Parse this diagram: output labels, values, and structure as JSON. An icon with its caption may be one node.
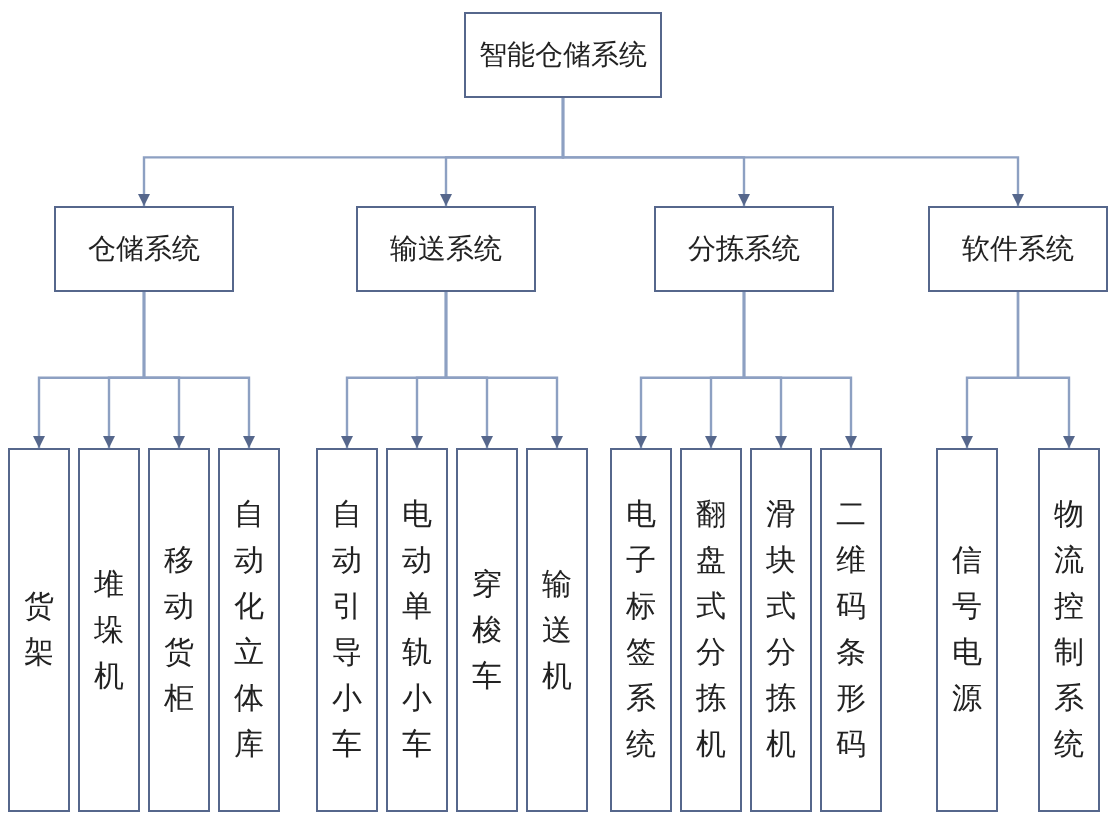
{
  "diagram": {
    "nodes": [
      {
        "text": [
          "智能仓储系统"
        ]
      },
      {
        "text": [
          "仓储系统"
        ]
      },
      {
        "text": [
          "输送系统"
        ]
      },
      {
        "text": [
          "分拣系统"
        ]
      },
      {
        "text": [
          "软件系统"
        ]
      },
      {
        "text": [
          "货架"
        ]
      },
      {
        "text": [
          "堆垛机"
        ]
      },
      {
        "text": [
          "移动货柜"
        ]
      },
      {
        "text": [
          "自动化立体库"
        ]
      },
      {
        "text": [
          "自动引导小车"
        ]
      },
      {
        "text": [
          "电动单轨小车"
        ]
      },
      {
        "text": [
          "穿梭车"
        ]
      },
      {
        "text": [
          "输送机"
        ]
      },
      {
        "text": [
          "电子标签系统"
        ]
      },
      {
        "text": [
          "翻盘式分拣机"
        ]
      },
      {
        "text": [
          "滑块式分拣机"
        ]
      },
      {
        "text": [
          "二维码条形码"
        ]
      },
      {
        "text": [
          "信号电源"
        ]
      },
      {
        "text": [
          "物流控制系统"
        ]
      }
    ],
    "edges": [
      {
        "from": 0,
        "to": 1,
        "arrow": "to"
      },
      {
        "from": 0,
        "to": 2,
        "arrow": "to"
      },
      {
        "from": 0,
        "to": 3,
        "arrow": "to"
      },
      {
        "from": 0,
        "to": 4,
        "arrow": "to"
      },
      {
        "from": 1,
        "to": 5,
        "arrow": "to"
      },
      {
        "from": 1,
        "to": 6,
        "arrow": "to"
      },
      {
        "from": 1,
        "to": 7,
        "arrow": "to"
      },
      {
        "from": 1,
        "to": 8,
        "arrow": "to"
      },
      {
        "from": 2,
        "to": 9,
        "arrow": "to"
      },
      {
        "from": 2,
        "to": 10,
        "arrow": "to"
      },
      {
        "from": 2,
        "to": 11,
        "arrow": "to"
      },
      {
        "from": 2,
        "to": 12,
        "arrow": "to"
      },
      {
        "from": 3,
        "to": 13,
        "arrow": "to"
      },
      {
        "from": 3,
        "to": 14,
        "arrow": "to"
      },
      {
        "from": 3,
        "to": 15,
        "arrow": "to"
      },
      {
        "from": 3,
        "to": 16,
        "arrow": "to"
      },
      {
        "from": 4,
        "to": 17,
        "arrow": "to"
      },
      {
        "from": 4,
        "to": 18,
        "arrow": "to"
      }
    ]
  }
}
